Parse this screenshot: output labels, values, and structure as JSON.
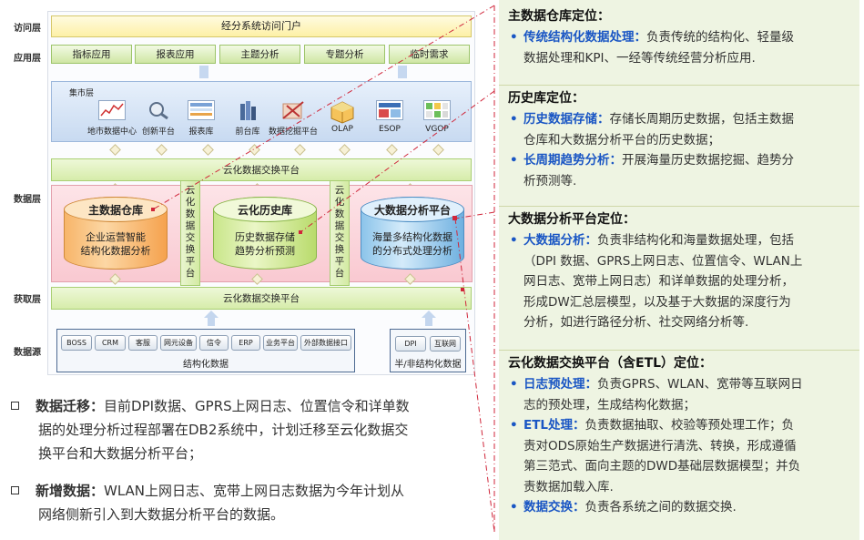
{
  "layers": {
    "access": "访问层",
    "application": "应用层",
    "data": "数据层",
    "acquisition": "获取层",
    "source": "数据源"
  },
  "portal": "经分系统访问门户",
  "apps": [
    "指标应用",
    "报表应用",
    "主题分析",
    "专题分析",
    "临时需求"
  ],
  "mart": {
    "label": "集市层",
    "items": [
      {
        "name": "地市数据中心",
        "icon": "line-chart-icon"
      },
      {
        "name": "创新平台",
        "icon": "magnifier-icon"
      },
      {
        "name": "报表库",
        "icon": "report-table-icon"
      },
      {
        "name": "前台库",
        "icon": "server-icon"
      },
      {
        "name": "数据挖掘平台",
        "icon": "mining-icon"
      },
      {
        "name": "OLAP",
        "icon": "cube-icon"
      },
      {
        "name": "ESOP",
        "icon": "screen-icon"
      },
      {
        "name": "VGOP",
        "icon": "grid-icon"
      }
    ]
  },
  "exchange_label": "云化数据交换平台",
  "vertical_exchange": "云化数据交换平台",
  "warehouses": [
    {
      "title": "主数据仓库",
      "lines": [
        "企业运营智能",
        "结构化数据分析"
      ]
    },
    {
      "title": "云化历史库",
      "lines": [
        "历史数据存储",
        "趋势分析预测"
      ]
    },
    {
      "title": "大数据分析平台",
      "lines": [
        "海量多结构化数据",
        "的分布式处理分析"
      ]
    }
  ],
  "sources": {
    "structured_items": [
      "BOSS",
      "CRM",
      "客服",
      "网元设备",
      "信令",
      "ERP",
      "业务平台",
      "外部数据接口"
    ],
    "structured_label": "结构化数据",
    "semi_items": [
      "DPI",
      "互联网"
    ],
    "semi_label": "半/非结构化数据"
  },
  "bullets": [
    {
      "title": "数据迁移：",
      "lines": [
        "目前DPI数据、GPRS上网日志、位置信令和详单数",
        "据的处理分析过程部署在DB2系统中，计划迁移至云化数据交",
        "换平台和大数据分析平台；"
      ]
    },
    {
      "title": "新增数据：",
      "lines": [
        "WLAN上网日志、宽带上网日志数据为今年计划从",
        "网络侧新引入到大数据分析平台的数据。"
      ]
    }
  ],
  "right": [
    {
      "title": "主数据仓库定位：",
      "items": [
        {
          "key": "传统结构化数据处理：",
          "lines": [
            "负责传统的结构化、轻量级",
            "数据处理和KPI、一经等传统经营分析应用."
          ]
        }
      ]
    },
    {
      "title": "历史库定位：",
      "items": [
        {
          "key": "历史数据存储：",
          "lines": [
            "存储长周期历史数据，包括主数据",
            "仓库和大数据分析平台的历史数据；"
          ]
        },
        {
          "key": "长周期趋势分析：",
          "lines": [
            "开展海量历史数据挖掘、趋势分",
            "析预测等."
          ]
        }
      ]
    },
    {
      "title": "大数据分析平台定位：",
      "items": [
        {
          "key": "大数据分析：",
          "lines": [
            "负责非结构化和海量数据处理，包括",
            "（DPI 数据、GPRS上网日志、位置信令、WLAN上",
            "网日志、宽带上网日志）和详单数据的处理分析，",
            "形成DW汇总层模型，以及基于大数据的深度行为",
            "分析，如进行路径分析、社交网络分析等."
          ]
        }
      ]
    },
    {
      "title": "云化数据交换平台（含ETL）定位：",
      "items": [
        {
          "key": "日志预处理：",
          "lines": [
            "负责GPRS、WLAN、宽带等互联网日",
            "志的预处理，生成结构化数据；"
          ]
        },
        {
          "key": "ETL处理：",
          "lines": [
            "负责数据抽取、校验等预处理工作；负",
            "责对ODS原始生产数据进行清洗、转换，形成遵循",
            "第三范式、面向主题的DWD基础层数据模型；并负",
            "责数据加载入库."
          ]
        },
        {
          "key": "数据交换：",
          "lines": [
            "负责各系统之间的数据交换."
          ]
        }
      ]
    }
  ],
  "colors": {
    "accent_blue": "#1a56c4",
    "dashed_red": "#d0263a"
  }
}
